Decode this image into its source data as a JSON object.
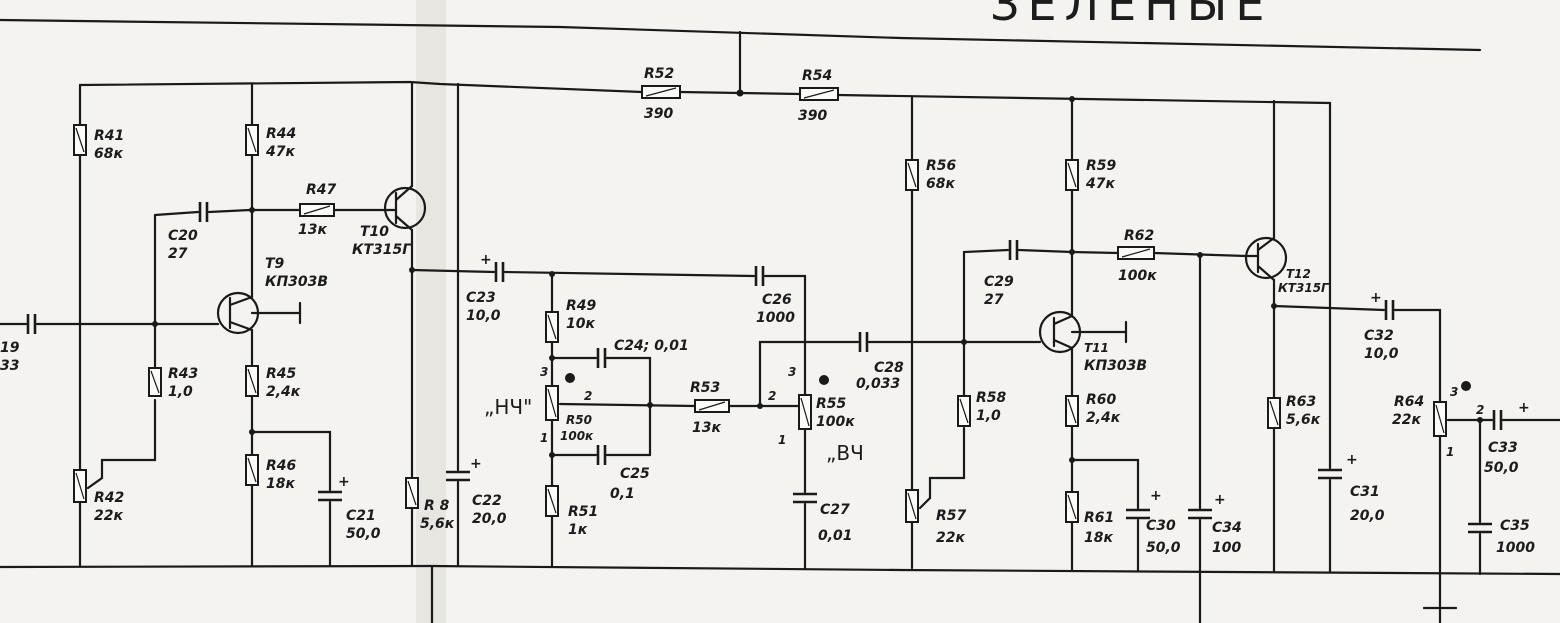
{
  "header": {
    "title_fragment": "ЗЕЛЕНЫЕ"
  },
  "labels": {
    "r41": "R41",
    "r41_v": "68к",
    "r44": "R44",
    "r44_v": "47к",
    "r47": "R47",
    "r47_v": "13к",
    "t10": "T10",
    "t10_v": "КТ315Г",
    "c20": "C20",
    "c20_v": "27",
    "t9": "T9",
    "t9_v": "КП303В",
    "c19": "19",
    "c19_v": "33",
    "r43": "R43",
    "r43_v": "1,0",
    "r45": "R45",
    "r45_v": "2,4к",
    "r46": "R46",
    "r46_v": "18к",
    "c21": "C21",
    "c21_v": "50,0",
    "r42": "R42",
    "r42_v": "22к",
    "r48": "R 8",
    "r48_v": "5,6к",
    "c22": "C22",
    "c22_v": "20,0",
    "r52": "R52",
    "r52_v": "390",
    "r54": "R54",
    "r54_v": "390",
    "c23": "C23",
    "c23_v": "10,0",
    "r49": "R49",
    "r49_v": "10к",
    "c24": "C24; 0,01",
    "c26": "C26",
    "c26_v": "1000",
    "nch": "„НЧ\"",
    "r50": "R50",
    "r50_v": "100к",
    "r53": "R53",
    "r53_v": "13к",
    "r55": "R55",
    "r55_v": "100к",
    "vch": "„ВЧ",
    "c25": "C25",
    "c25_v": "0,1",
    "r51": "R51",
    "r51_v": "1к",
    "c27": "C27",
    "c27_v": "0,01",
    "c28": "C28",
    "c28_v": "0,033",
    "r56": "R56",
    "r56_v": "68к",
    "r57": "R57",
    "r57_v": "22к",
    "r58": "R58",
    "r58_v": "1,0",
    "c29": "C29",
    "c29_v": "27",
    "r59": "R59",
    "r59_v": "47к",
    "r62": "R62",
    "r62_v": "100к",
    "t11": "T11",
    "t11_v": "КП303В",
    "r60": "R60",
    "r60_v": "2,4к",
    "r61": "R61",
    "r61_v": "18к",
    "c30": "C30",
    "c30_v": "50,0",
    "c34": "C34",
    "c34_v": "100",
    "t12": "T12",
    "t12_v": "КТ315Г",
    "r63": "R63",
    "r63_v": "5,6к",
    "c31": "C31",
    "c31_v": "20,0",
    "c32": "C32",
    "c32_v": "10,0",
    "r64": "R64",
    "r64_v": "22к",
    "c33": "C33",
    "c33_v": "50,0",
    "c35": "C35",
    "c35_v": "1000",
    "pin1": "1",
    "pin2": "2",
    "pin3": "3",
    "plus": "+"
  }
}
